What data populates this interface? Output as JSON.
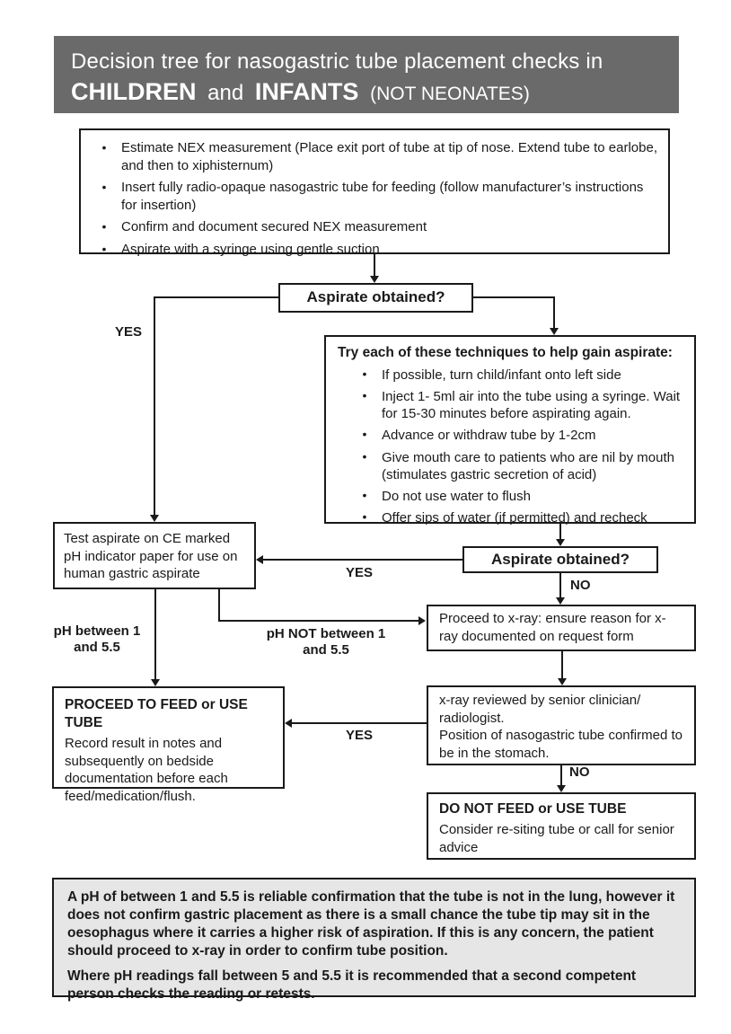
{
  "title": {
    "line1": "Decision tree for nasogastric tube placement checks in",
    "children": "CHILDREN",
    "and": "and",
    "infants": "INFANTS",
    "note": "(NOT NEONATES)"
  },
  "colors": {
    "header_bg": "#6a6a6a",
    "header_text": "#ffffff",
    "note_bg": "#e6e6e6",
    "line": "#1a1a1a",
    "box_bg": "#ffffff"
  },
  "boxes": {
    "setup": {
      "bullets": [
        "Estimate NEX measurement (Place exit port of tube at tip of nose. Extend tube to earlobe, and then to xiphisternum)",
        "Insert fully radio-opaque nasogastric tube for feeding (follow manufacturer’s instructions for insertion)",
        "Confirm and document secured NEX measurement",
        "Aspirate with a syringe using gentle suction"
      ]
    },
    "decision1": {
      "label": "Aspirate obtained?"
    },
    "techniques": {
      "title": "Try each of these techniques to help gain aspirate:",
      "bullets": [
        "If possible, turn child/infant onto left side",
        "Inject 1- 5ml air into the tube using a syringe. Wait for 15-30 minutes before aspirating again.",
        "Advance or withdraw tube by 1-2cm",
        "Give mouth care to patients who are nil by mouth (stimulates gastric secretion of acid)",
        "Do not use water to flush",
        "Offer sips of water (if permitted) and recheck"
      ]
    },
    "decision2": {
      "label": "Aspirate obtained?"
    },
    "test": {
      "text": "Test aspirate on CE marked pH indicator paper for use on human gastric aspirate"
    },
    "xray_request": {
      "text": "Proceed to x-ray: ensure reason for x-ray documented on request form"
    },
    "xray_review": {
      "line1": "x-ray reviewed by senior clinician/ radiologist.",
      "line2": "Position of nasogastric tube confirmed to be in the stomach."
    },
    "proceed_feed": {
      "heading": "PROCEED TO FEED or USE TUBE",
      "body": "Record result in notes and subsequently on bedside documentation before each feed/medication/flush."
    },
    "do_not_feed": {
      "heading": "DO NOT FEED or USE TUBE",
      "body": "Consider re-siting tube or call for senior advice"
    },
    "note": {
      "p1": "A pH of between 1 and 5.5 is reliable confirmation that the tube is not in the lung, however it does not confirm gastric placement as there is a small chance the tube tip may sit in the oesophagus where it carries a higher risk of aspiration. If this is any concern, the patient should proceed to x-ray in order to confirm tube position.",
      "p2": "Where pH readings fall between 5 and 5.5 it is recommended that a second competent person checks the reading or retests."
    }
  },
  "labels": {
    "yes1": "YES",
    "yes2": "YES",
    "yes3": "YES",
    "no1": "NO",
    "no2": "NO",
    "ph_in": "pH between 1 and 5.5",
    "ph_out": "pH NOT between 1 and 5.5"
  }
}
